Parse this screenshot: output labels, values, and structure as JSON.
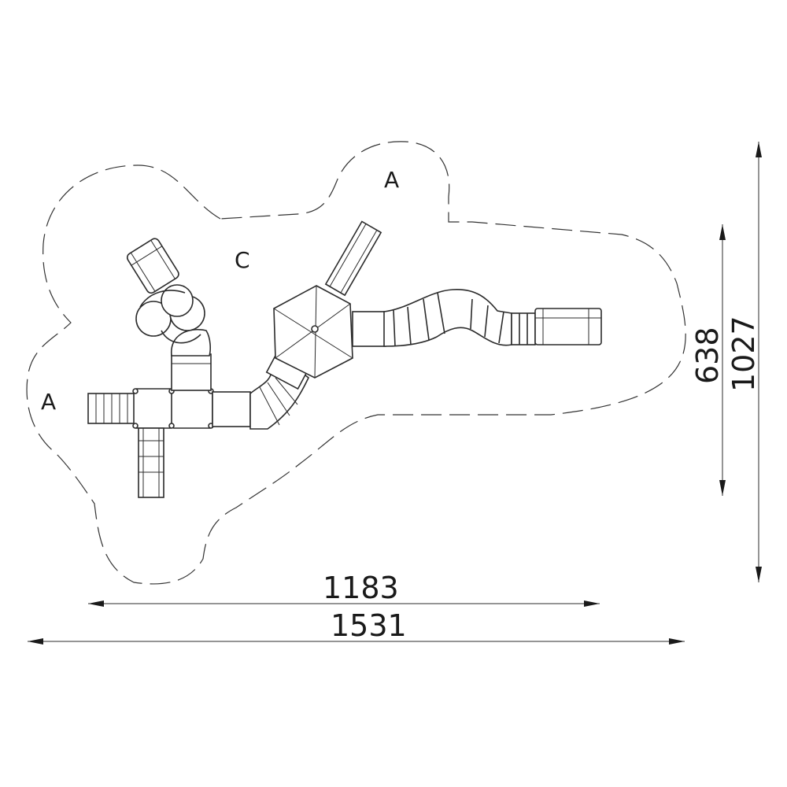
{
  "zones": {
    "a_top": "A",
    "a_left": "A",
    "c": "C"
  },
  "dimensions": {
    "inner_width": "1183",
    "outer_width": "1531",
    "inner_height": "638",
    "outer_height": "1027"
  }
}
